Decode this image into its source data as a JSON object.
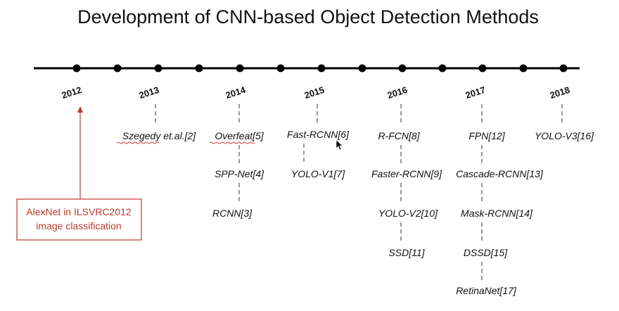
{
  "title": "Development of CNN-based Object Detection Methods",
  "years": [
    "2012",
    "2013",
    "2014",
    "2015",
    "2016",
    "2017",
    "2018"
  ],
  "columns": [
    {
      "year": "2013",
      "items": [
        "Szegedy et.al.[2]"
      ]
    },
    {
      "year": "2014",
      "items": [
        "Overfeat[5]",
        "SPP-Net[4]",
        "RCNN[3]"
      ]
    },
    {
      "year": "2015",
      "items": [
        "Fast-RCNN[6]",
        "YOLO-V1[7]"
      ]
    },
    {
      "year": "2016",
      "items": [
        "R-FCN[8]",
        "Faster-RCNN[9]",
        "YOLO-V2[10]",
        "SSD[11]"
      ]
    },
    {
      "year": "2017",
      "items": [
        "FPN[12]",
        "Cascade-RCNN[13]",
        "Mask-RCNN[14]",
        "DSSD[15]",
        "RetinaNet[17]"
      ]
    },
    {
      "year": "2018",
      "items": [
        "YOLO-V3[16]"
      ]
    }
  ],
  "annotation": {
    "line1": "AlexNet in ILSVRC2012",
    "line2": "image classification",
    "color": "#c0392b"
  }
}
